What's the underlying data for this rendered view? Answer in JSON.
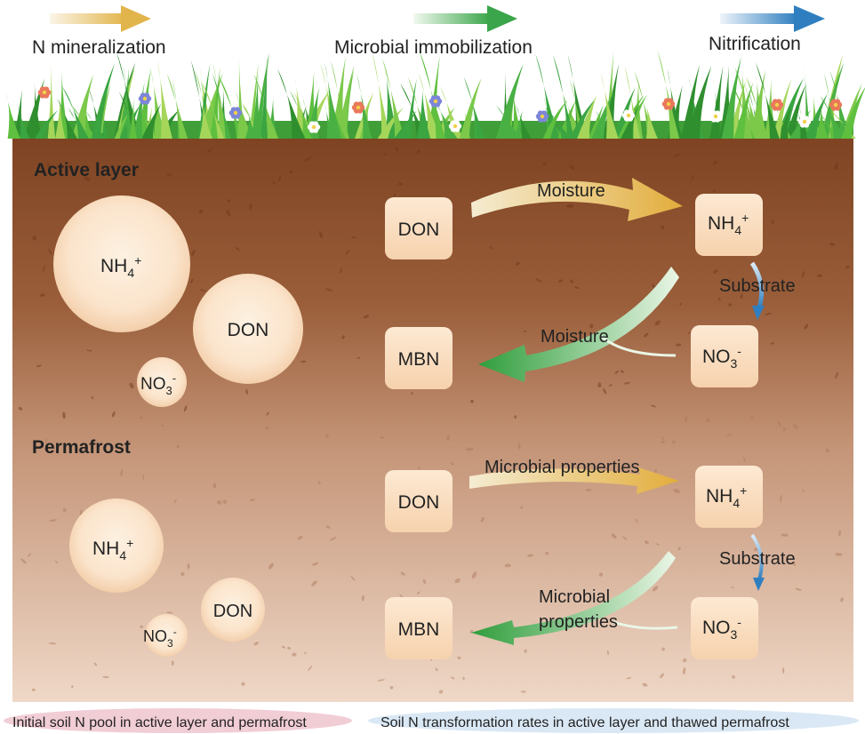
{
  "legend_top": {
    "mineralization": {
      "label": "N mineralization",
      "color": "#e2b54c"
    },
    "immobilization": {
      "label": "Microbial immobilization",
      "color": "#3aa54a"
    },
    "nitrification": {
      "label": "Nitrification",
      "color": "#2f7fc0"
    }
  },
  "active_layer": {
    "title": "Active layer",
    "pools": {
      "nh4": "NH",
      "don": "DON",
      "no3": "NO"
    },
    "rates": {
      "don": "DON",
      "nh4": "NH",
      "mbn": "MBN",
      "no3": "NO",
      "mineralization_driver": "Moisture",
      "immobilization_driver": "Moisture",
      "nitrification_driver": "Substrate"
    }
  },
  "permafrost": {
    "title": "Permafrost",
    "pools": {
      "nh4": "NH",
      "don": "DON",
      "no3": "NO"
    },
    "rates": {
      "don": "DON",
      "nh4": "NH",
      "mbn": "MBN",
      "no3": "NO",
      "mineralization_driver": "Microbial properties",
      "immobilization_driver_line1": "Microbial",
      "immobilization_driver_line2": "properties",
      "nitrification_driver": "Substrate"
    }
  },
  "chem": {
    "nh4_sub": "4",
    "nh4_sup": "+",
    "no3_sub": "3",
    "no3_sup": "-"
  },
  "captions": {
    "left": "Initial soil N pool in active layer and permafrost",
    "right": "Soil N transformation rates in active layer and thawed permafrost"
  },
  "colors": {
    "active_soil": "#8a4f29",
    "permafrost_soil": "#d6b49c",
    "pool_fill": "#fbe3c8",
    "grass": "#3fae3a"
  }
}
